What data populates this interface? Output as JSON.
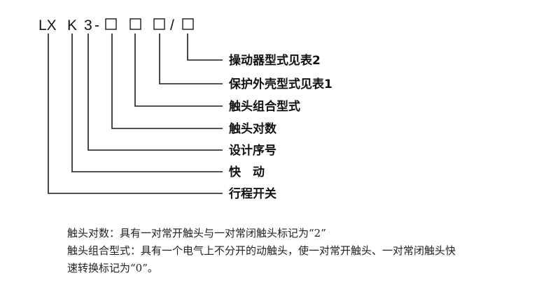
{
  "model_code": {
    "parts": [
      "LX",
      "K",
      "3",
      "-",
      "□",
      "□",
      "□",
      "/",
      "□"
    ]
  },
  "labels": [
    "操动器型式见表2",
    "保护外壳型式见表1",
    "触头组合型式",
    "触头对数",
    "设计序号",
    "快　动",
    "行程开关"
  ],
  "notes": {
    "line1": "触头对数：具有一对常开触头与一对常闭触头标记为“2”",
    "line2": "触头组合型式：具有一个电气上不分开的动触头，使一对常开触头、一对常闭触头快",
    "line3": "速转换标记为“0”。"
  }
}
